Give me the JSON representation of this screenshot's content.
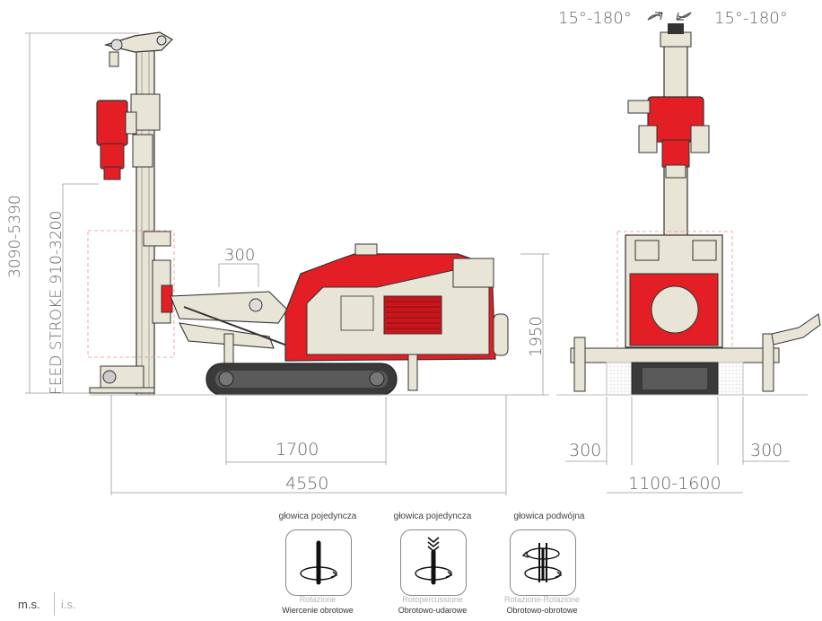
{
  "dimensions": {
    "rotation_angle_left": "15°-180°",
    "rotation_angle_right": "15°-180°",
    "total_height": "3090-5390",
    "feed_stroke": "FEED STROKE 910-3200",
    "arm_offset": "300",
    "body_height": "1950",
    "track_length": "1700",
    "total_length": "4550",
    "side_offset_left": "300",
    "side_offset_right": "300",
    "track_width": "1100-1600"
  },
  "head_types": [
    {
      "caption": "głowica pojedyncza",
      "sub_it": "Rotazione",
      "sub_pl": "Wiercenie obrotowe",
      "icon": "rotation-icon"
    },
    {
      "caption": "głowica pojedyncza",
      "sub_it": "Rotopercussione",
      "sub_pl": "Obrotowo-udarowe",
      "icon": "percussion-icon"
    },
    {
      "caption": "głowica podwójna",
      "sub_it": "Rotazione-Rotazione",
      "sub_pl": "Obrotowo-obrotowe",
      "icon": "double-rotation-icon"
    }
  ],
  "footer": {
    "left": "m.s.",
    "right": "i.s."
  },
  "colors": {
    "machine": "#e8e4d6",
    "accent": "#e31e24",
    "outline": "#333333",
    "track": "#3a3a3a"
  }
}
